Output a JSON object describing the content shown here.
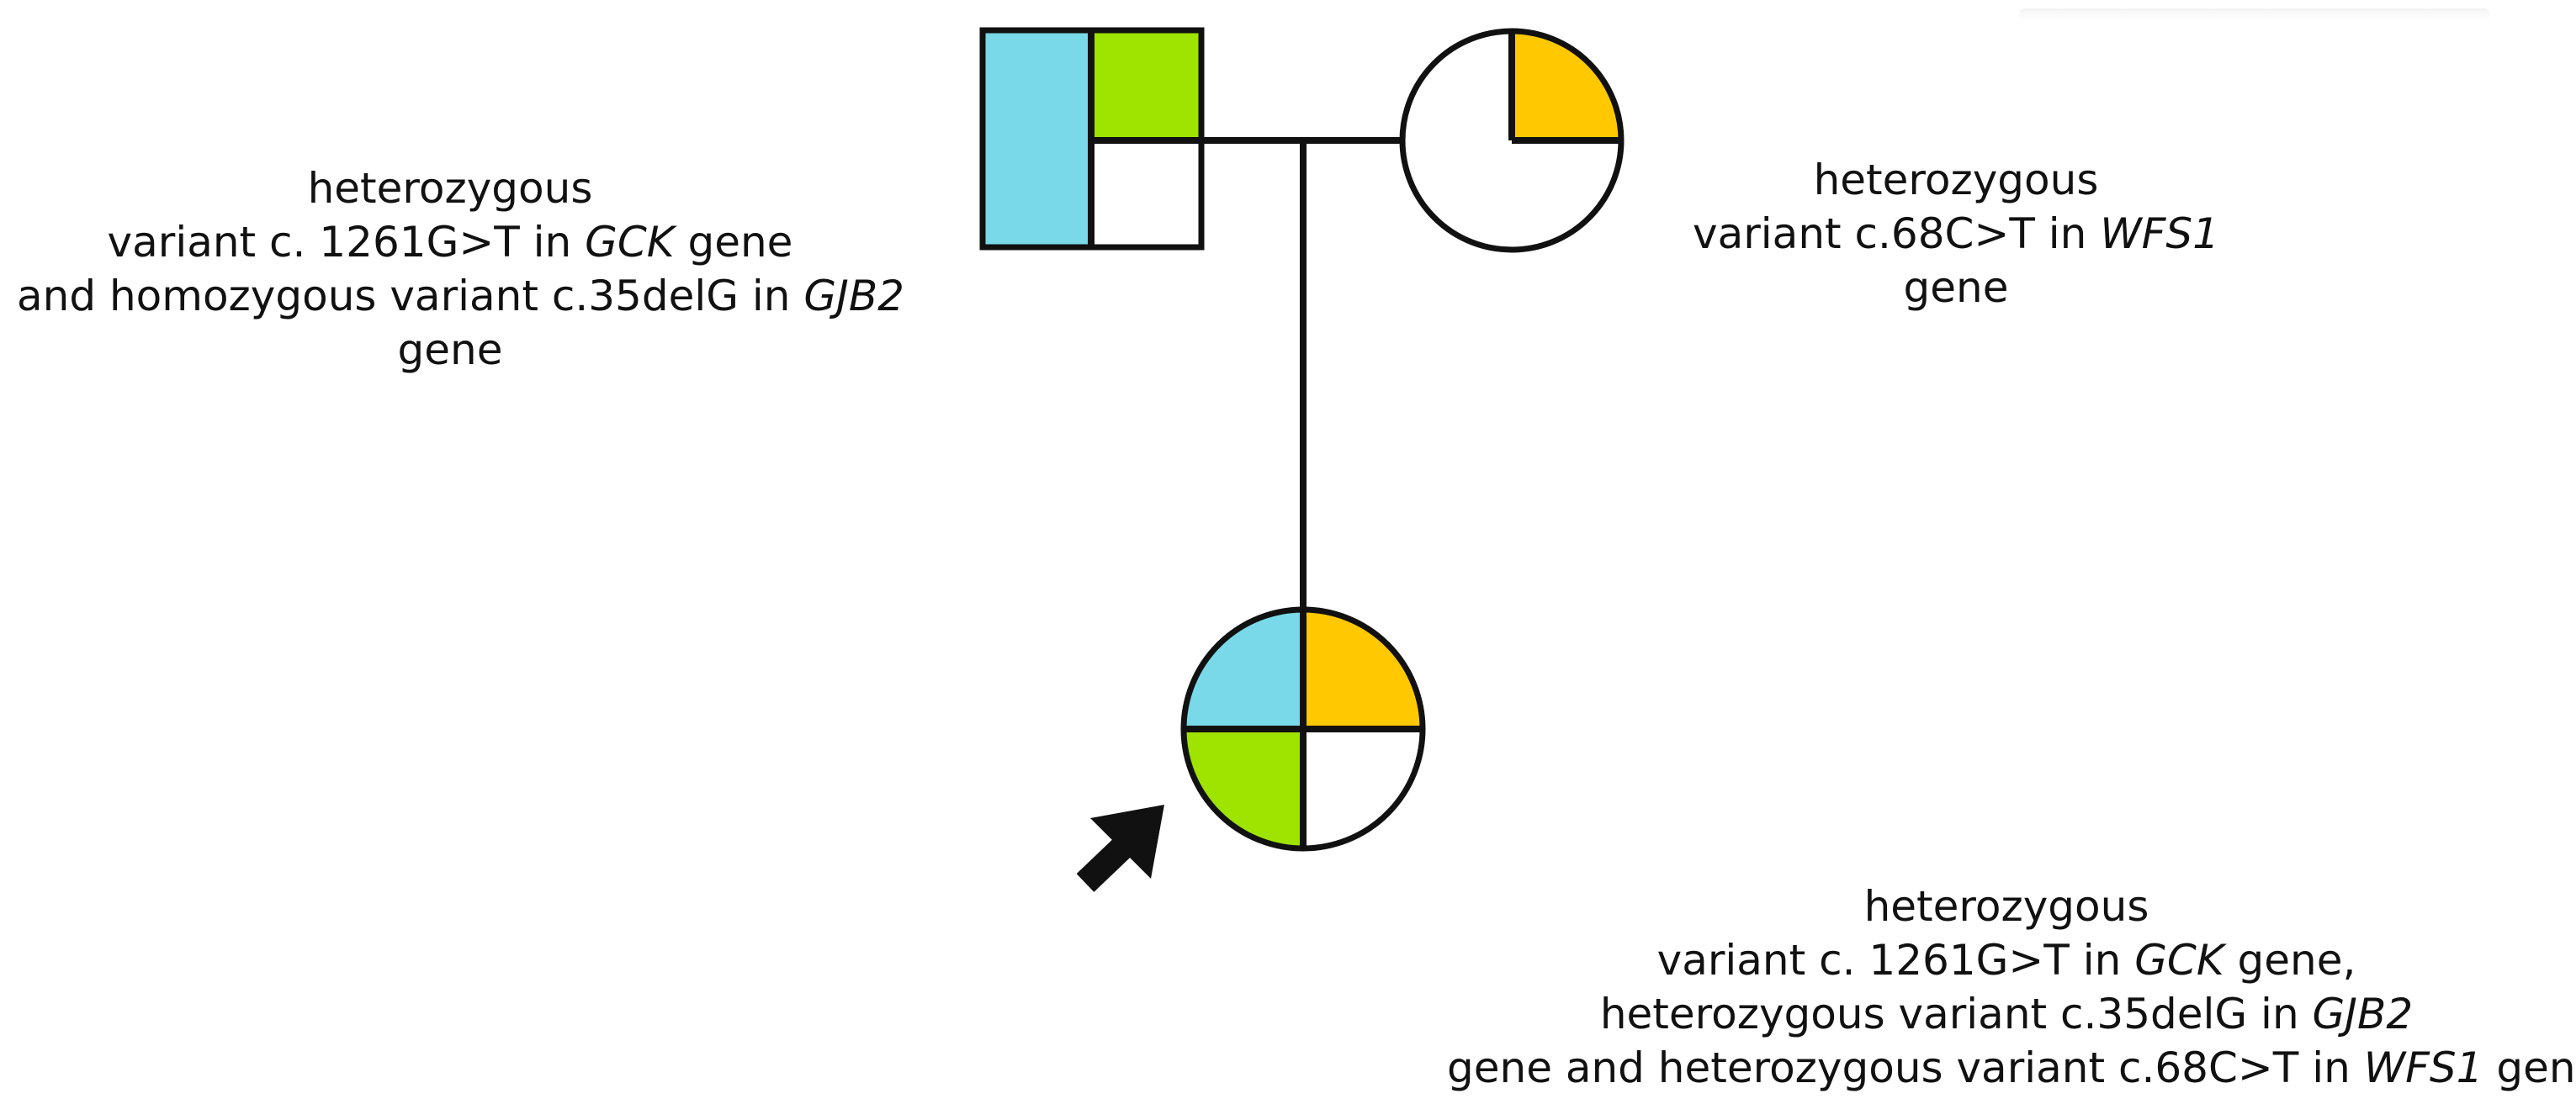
{
  "colors": {
    "gck": "#79d9e8",
    "gjb2": "#9fe300",
    "wfs1": "#ffc800",
    "line": "#111111",
    "empty": "#ffffff"
  },
  "father": {
    "caption": {
      "l1": "heterozygous",
      "l2_pre": "variant c. 1261G>T in ",
      "l2_gene": "GCK",
      "l2_post": " gene",
      "l3_pre": "and homozygous variant c.35delG in ",
      "l3_gene": "GJB2",
      "l4": "gene"
    }
  },
  "mother": {
    "caption": {
      "l1": "heterozygous",
      "l2_pre": "variant c.68C>T in ",
      "l2_gene": "WFS1",
      "l3": "gene"
    }
  },
  "proband": {
    "caption": {
      "l1": "heterozygous",
      "l2_pre": "variant c. 1261G>T in ",
      "l2_gene": "GCK",
      "l2_post": " gene,",
      "l3_pre": "heterozygous variant c.35delG in ",
      "l3_gene": "GJB2",
      "l4_pre": "gene and heterozygous variant c.68C>T in ",
      "l4_gene": "WFS1",
      "l4_post": " gene"
    }
  }
}
